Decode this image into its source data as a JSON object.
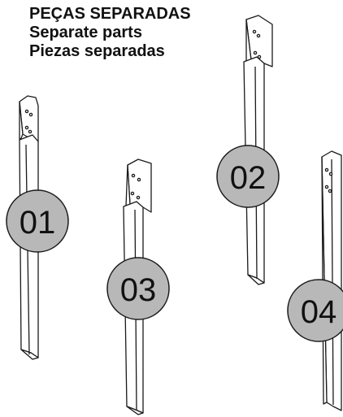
{
  "heading": {
    "line_pt": "PEÇAS SEPARADAS",
    "line_en": "Separate parts",
    "line_es": "Piezas separadas"
  },
  "parts": [
    {
      "id": "01",
      "label": "01"
    },
    {
      "id": "02",
      "label": "02"
    },
    {
      "id": "03",
      "label": "03"
    },
    {
      "id": "04",
      "label": "04"
    }
  ],
  "colors": {
    "badge_fill": "#b8b8b8",
    "outline": "#1a1a1a",
    "text": "#111111"
  }
}
